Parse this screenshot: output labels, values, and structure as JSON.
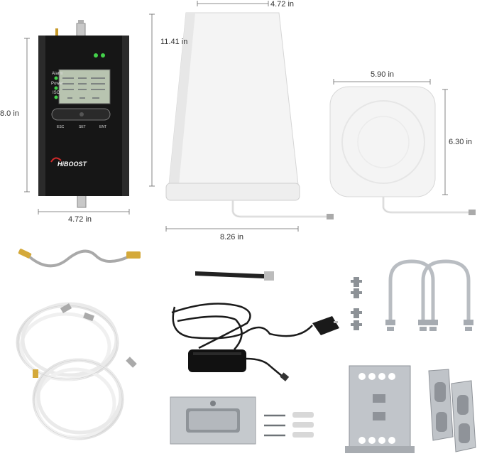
{
  "brand": "HiBOOST",
  "booster": {
    "indicators": [
      "Alarm",
      "Power",
      "ISO"
    ],
    "buttons": [
      "ESC",
      "SET",
      "ENT"
    ]
  },
  "dimensions": {
    "booster_height": "8.0 in",
    "booster_width": "4.72 in",
    "outdoor_antenna_top": "4.72 in",
    "outdoor_antenna_height": "11.41 in",
    "outdoor_antenna_base": "8.26 in",
    "indoor_antenna_width": "5.90 in",
    "indoor_antenna_height": "6.30 in"
  },
  "colors": {
    "booster_body": "#161616",
    "lcd_screen": "#b8c4b0",
    "led_green": "#43d14a",
    "antenna_white": "#f4f4f4",
    "cable_white": "#eeeeee",
    "metal": "#b9bdc2"
  }
}
